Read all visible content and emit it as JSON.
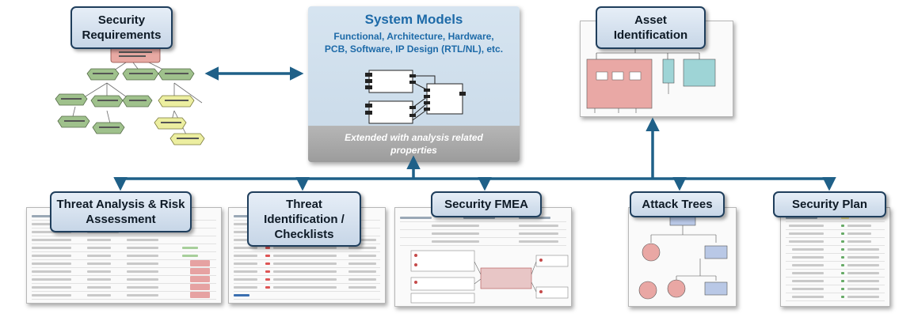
{
  "boxes": {
    "security_requirements": "Security\nRequirements",
    "asset_identification": "Asset\nIdentification",
    "threat_analysis": "Threat Analysis & Risk\nAssessment",
    "threat_identification": "Threat\nIdentification /\nChecklists",
    "security_fmea": "Security FMEA",
    "attack_trees": "Attack Trees",
    "security_plan": "Security Plan"
  },
  "system_models": {
    "title": "System Models",
    "subtitle": "Functional, Architecture, Hardware,\nPCB, Software, IP Design (RTL/NL), etc.",
    "extended": "Extended with analysis related\nproperties"
  },
  "colors": {
    "connector": "#1f6088",
    "box_border": "#1f3e5c",
    "system_title": "#1d6aa8",
    "req_red": "#e8a9a3",
    "req_green": "#9fc18c",
    "req_yellow": "#eceea0"
  }
}
